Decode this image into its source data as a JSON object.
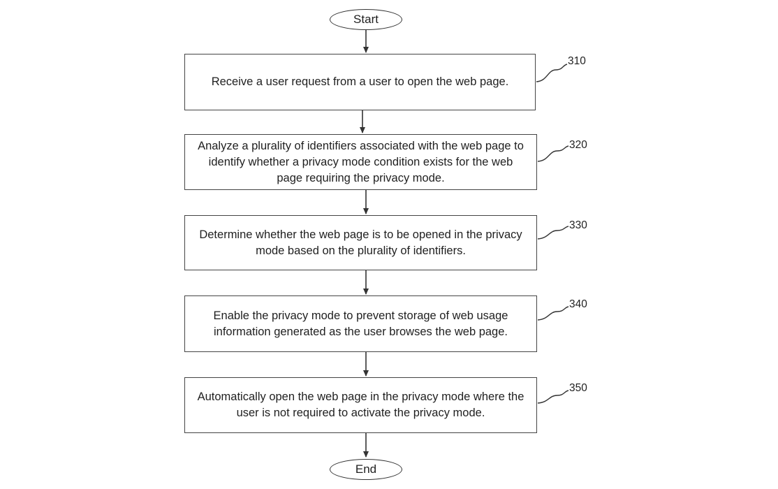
{
  "diagram": {
    "start_label": "Start",
    "end_label": "End",
    "steps": [
      {
        "ref": "310",
        "text": "Receive a user request from a user to open the web page."
      },
      {
        "ref": "320",
        "text": "Analyze a plurality of identifiers associated with the web page to identify whether a privacy mode condition exists for the web page requiring the privacy mode."
      },
      {
        "ref": "330",
        "text": "Determine whether the web page is to be opened in the privacy mode based on the plurality of identifiers."
      },
      {
        "ref": "340",
        "text": "Enable the privacy mode to prevent storage of web usage information generated as the user browses the web page."
      },
      {
        "ref": "350",
        "text": "Automatically open the web page in the privacy mode where the user is not required to activate the privacy mode."
      }
    ]
  }
}
